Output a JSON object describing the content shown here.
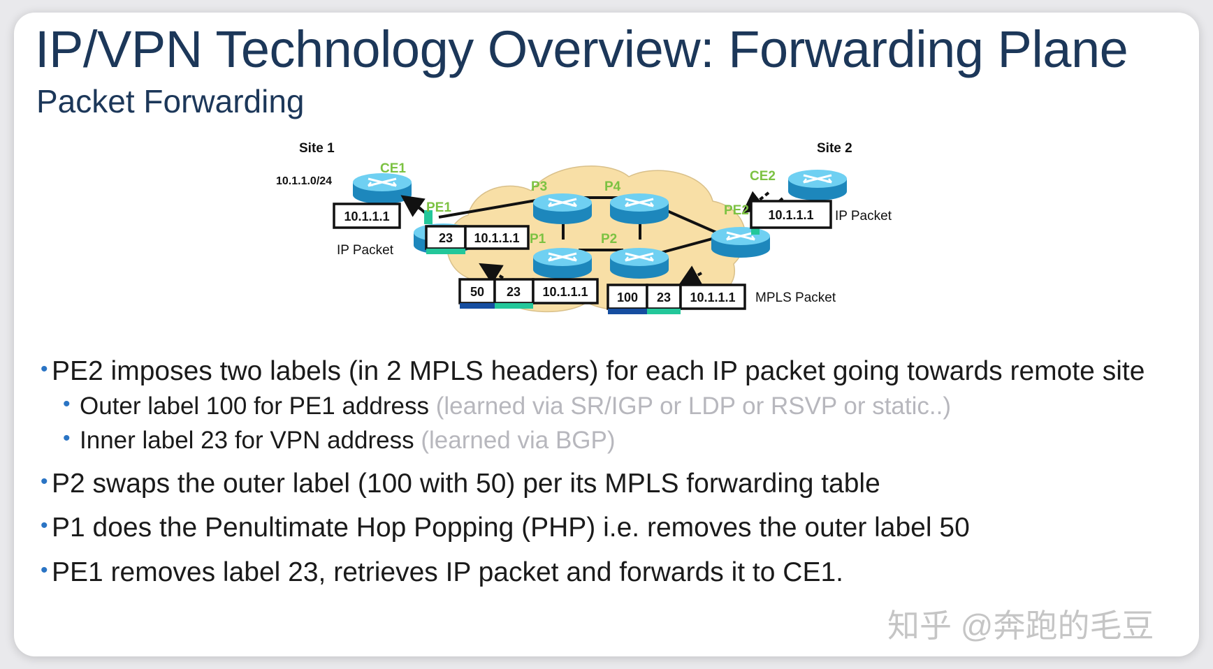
{
  "title": "IP/VPN Technology Overview: Forwarding Plane",
  "subtitle": "Packet Forwarding",
  "diagram": {
    "site1": "Site 1",
    "site2": "Site 2",
    "prefix": "10.1.1.0/24",
    "nodes": {
      "ce1": "CE1",
      "ce2": "CE2",
      "pe1": "PE1",
      "pe2": "PE2",
      "p1": "P1",
      "p2": "P2",
      "p3": "P3",
      "p4": "P4"
    },
    "packet_ce1": {
      "ip": "10.1.1.1",
      "caption": "IP Packet"
    },
    "packet_pe1": {
      "label": "23",
      "ip": "10.1.1.1"
    },
    "packet_p1": {
      "outer": "50",
      "inner": "23",
      "ip": "10.1.1.1"
    },
    "packet_p2": {
      "outer": "100",
      "inner": "23",
      "ip": "10.1.1.1",
      "caption": "MPLS Packet"
    },
    "packet_ce2": {
      "ip": "10.1.1.1",
      "caption": "IP Packet"
    },
    "colors": {
      "cloud": "#f8dfa6",
      "router": "#2aa2d6",
      "label_outer": "#164ea0",
      "label_inner": "#23c79a",
      "node_label": "#7cc242"
    }
  },
  "bullets": [
    {
      "text": "PE2 imposes two labels (in 2 MPLS headers) for each IP packet going towards remote site",
      "note": ""
    },
    {
      "text": "Outer label 100 for PE1 address",
      "note": "(learned via SR/IGP or LDP or RSVP or static..)"
    },
    {
      "text": "Inner label 23 for VPN address",
      "note": "(learned via BGP)"
    },
    {
      "text": "P2 swaps the outer label (100 with 50) per its MPLS forwarding table",
      "note": ""
    },
    {
      "text": "P1 does the Penultimate Hop Popping (PHP) i.e. removes the outer label 50",
      "note": ""
    },
    {
      "text": "PE1 removes label 23, retrieves IP packet and forwards it to CE1.",
      "note": ""
    }
  ],
  "watermark": "知乎 @奔跑的毛豆"
}
